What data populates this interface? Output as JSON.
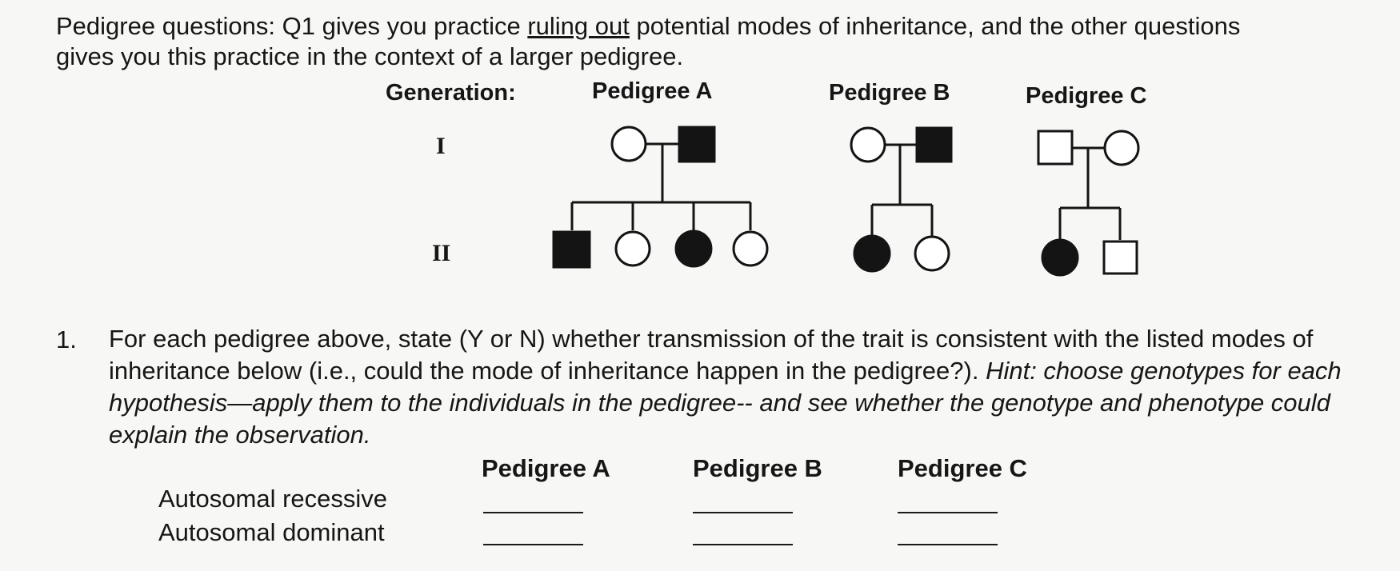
{
  "intro": {
    "part1": "Pedigree questions:  Q1 gives you practice ",
    "underlined": "ruling out",
    "part2": " potential modes of inheritance, and the other questions  gives you this practice in the context of a larger pedigree."
  },
  "figure": {
    "generation_label": "Generation:",
    "generations": [
      "I",
      "II"
    ],
    "pedigrees": [
      {
        "name": "Pedigree A",
        "parents": [
          {
            "sex": "female",
            "affected": false
          },
          {
            "sex": "male",
            "affected": true
          }
        ],
        "children": [
          {
            "sex": "male",
            "affected": true
          },
          {
            "sex": "female",
            "affected": false
          },
          {
            "sex": "female",
            "affected": true
          },
          {
            "sex": "female",
            "affected": false
          }
        ]
      },
      {
        "name": "Pedigree B",
        "parents": [
          {
            "sex": "female",
            "affected": false
          },
          {
            "sex": "male",
            "affected": true
          }
        ],
        "children": [
          {
            "sex": "female",
            "affected": true
          },
          {
            "sex": "female",
            "affected": false
          }
        ]
      },
      {
        "name": "Pedigree C",
        "parents": [
          {
            "sex": "male",
            "affected": false
          },
          {
            "sex": "female",
            "affected": false
          }
        ],
        "children": [
          {
            "sex": "female",
            "affected": true
          },
          {
            "sex": "male",
            "affected": false
          }
        ]
      }
    ]
  },
  "question": {
    "number": "1.",
    "text": "For each pedigree above, state (Y or N) whether transmission of the trait is consistent with the listed modes of inheritance below (i.e., could the mode of inheritance happen in the pedigree?). ",
    "hint": "Hint: choose genotypes for each hypothesis—apply them to the individuals in the pedigree-- and see whether the genotype and phenotype could explain the observation."
  },
  "table": {
    "columns": [
      "Pedigree A",
      "Pedigree B",
      "Pedigree C"
    ],
    "rows": [
      {
        "label": "Autosomal recessive",
        "answers": [
          "",
          "",
          ""
        ]
      },
      {
        "label": "Autosomal dominant",
        "answers": [
          "",
          "",
          ""
        ]
      }
    ]
  }
}
